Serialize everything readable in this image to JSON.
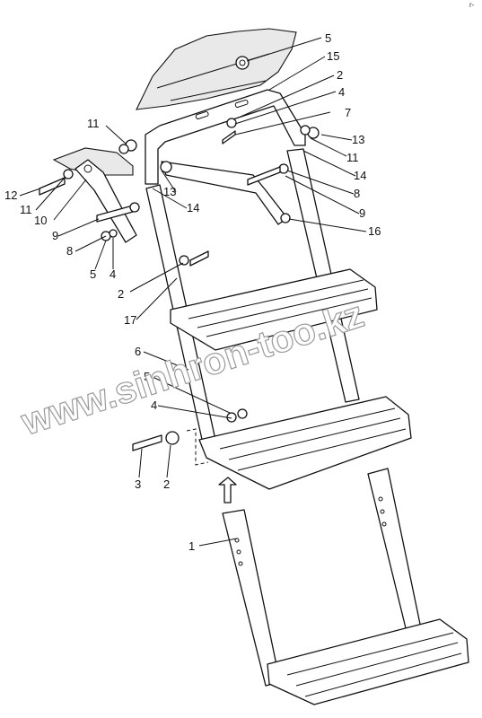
{
  "diagram": {
    "watermark": "www.sinhron-too.kz",
    "corner_mark": "r-",
    "callouts": [
      {
        "id": "c5a",
        "text": "5"
      },
      {
        "id": "c15",
        "text": "15"
      },
      {
        "id": "c2a",
        "text": "2"
      },
      {
        "id": "c4a",
        "text": "4"
      },
      {
        "id": "c7",
        "text": "7"
      },
      {
        "id": "c13a",
        "text": "13"
      },
      {
        "id": "c11a",
        "text": "11"
      },
      {
        "id": "c14a",
        "text": "14"
      },
      {
        "id": "c8a",
        "text": "8"
      },
      {
        "id": "c9a",
        "text": "9"
      },
      {
        "id": "c16",
        "text": "16"
      },
      {
        "id": "c11b",
        "text": "11"
      },
      {
        "id": "c12",
        "text": "12"
      },
      {
        "id": "c11c",
        "text": "11"
      },
      {
        "id": "c13b",
        "text": "13"
      },
      {
        "id": "c14b",
        "text": "14"
      },
      {
        "id": "c10",
        "text": "10"
      },
      {
        "id": "c9b",
        "text": "9"
      },
      {
        "id": "c8b",
        "text": "8"
      },
      {
        "id": "c5b",
        "text": "5"
      },
      {
        "id": "c4b",
        "text": "4"
      },
      {
        "id": "c2b",
        "text": "2"
      },
      {
        "id": "c17",
        "text": "17"
      },
      {
        "id": "c6",
        "text": "6"
      },
      {
        "id": "c5c",
        "text": "5"
      },
      {
        "id": "c4c",
        "text": "4"
      },
      {
        "id": "c3",
        "text": "3"
      },
      {
        "id": "c2c",
        "text": "2"
      },
      {
        "id": "c1",
        "text": "1"
      }
    ]
  }
}
